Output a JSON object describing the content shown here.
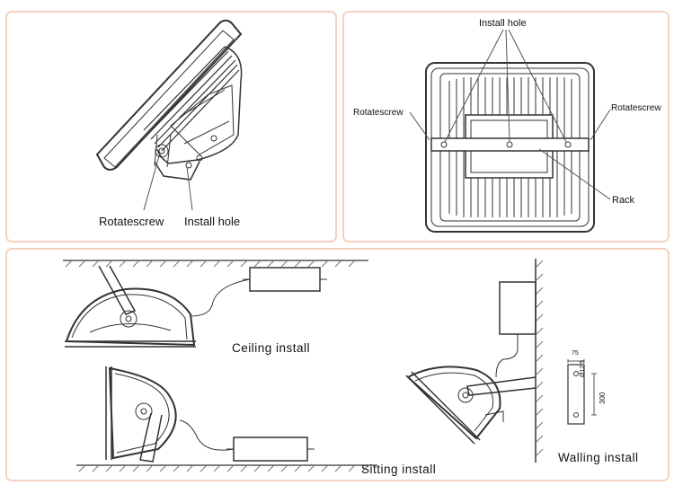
{
  "panel_side": {
    "rotatescrew": "Rotatescrew",
    "install_hole": "Install hole"
  },
  "panel_back": {
    "install_hole": "Install hole",
    "rotatescrew_left": "Rotatescrew",
    "rotatescrew_right": "Rotatescrew",
    "rack": "Rack"
  },
  "panel_install": {
    "ceiling": "Ceiling install",
    "sitting": "Sitting install",
    "walling": "Walling install",
    "dim_width": "75",
    "dim_hole": "Ø12.5",
    "dim_height": "300"
  },
  "colors": {
    "panel_border": "#f3d3bf",
    "line": "#333333"
  }
}
